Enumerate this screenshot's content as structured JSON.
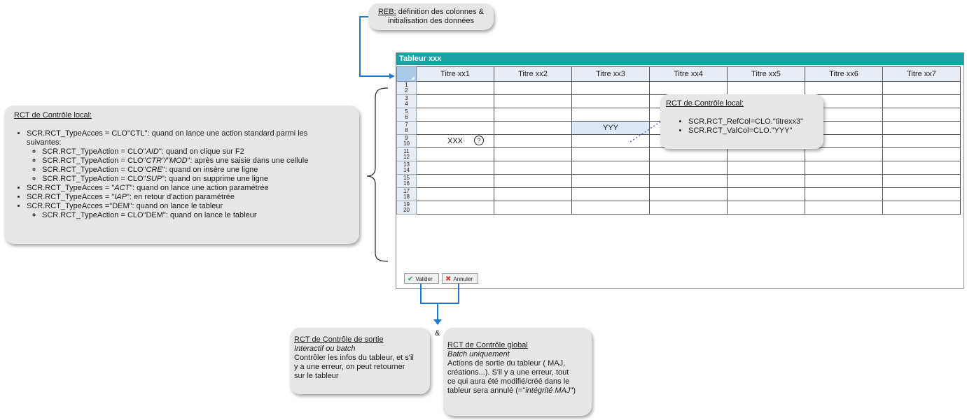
{
  "reb_note": {
    "label": "REB:",
    "text_line1": "définition des colonnes &",
    "text_line2": "initialisation des données"
  },
  "left_note": {
    "title": "RCT de Contrôle local:",
    "items": [
      {
        "text_a": "SCR.RCT_TypeAcces = CLO\"CTL\": quand on lance une action standard parmi les",
        "text_b": "suivantes:",
        "sub": [
          {
            "pre": "SCR.RCT_TypeAction = CLO\"",
            "code": "AID",
            "post": "\": quand on clique sur F2"
          },
          {
            "pre": "SCR.RCT_TypeAction = CLO\"",
            "code": "CTR\"/\"MOD",
            "post": "\": après une saisie dans une cellule"
          },
          {
            "pre": "SCR.RCT_TypeAction = CLO\"",
            "code": "CRE",
            "post": "\": quand on insère une ligne"
          },
          {
            "pre": "SCR.RCT_TypeAction = CLO\"",
            "code": "SUP",
            "post": "\": quand on supprime une ligne"
          }
        ]
      },
      {
        "pre": "SCR.RCT_TypeAcces = \"",
        "code": "ACT",
        "post": "\": quand on lance une action paramétrée"
      },
      {
        "pre": "SCR.RCT_TypeAcces = \"",
        "code": "IAP",
        "post": "\": en retour d'action paramétrée"
      },
      {
        "text": "SCR.RCT_TypeAcces =\"DEM\": quand on lance le tableur",
        "sub": [
          {
            "text": "SCR.RCT_TypeAction = CLO\"DEM\": quand on lance le tableur"
          }
        ]
      }
    ]
  },
  "window": {
    "title": "Tableur xxx",
    "columns": [
      "Titre xx1",
      "Titre xx2",
      "Titre xx3",
      "Titre xx4",
      "Titre xx5",
      "Titre xx6",
      "Titre xx7"
    ],
    "row_numbers": [
      "1",
      "2",
      "3",
      "4",
      "5",
      "6",
      "7",
      "8",
      "9",
      "10",
      "11",
      "12",
      "13",
      "14",
      "15",
      "16",
      "17",
      "18",
      "19",
      "20"
    ],
    "cell_xxx": "XXX",
    "help_symbol": "?",
    "cell_yyy": "YYY",
    "validate_label": "Valider",
    "cancel_label": "Annuler"
  },
  "local_note": {
    "title": "RCT de Contrôle local:",
    "items": [
      "SCR.RCT_RefCol=CLO.\"titrexx3\"",
      "SCR.RCT_ValCol=CLO.\"YYY\""
    ]
  },
  "ampersand": "&",
  "exit_note": {
    "title": "RCT de Contrôle de sortie",
    "subtitle": "Interactif ou batch",
    "line1": "Contrôler les infos du tableur, et s'il",
    "line2": "y a une erreur, on peut retourner",
    "line3": "sur le tableur"
  },
  "global_note": {
    "title": "RCT de Contrôle global",
    "subtitle": "Batch uniquement",
    "line1": "Actions de sortie du tableur ( MAJ,",
    "line2": "créations...). S'il y a une erreur, tout",
    "line3": "ce qui aura été modifié/créé dans le",
    "line4_pre": "tableur sera annulé (=\"",
    "line4_em": "intégrité MAJ",
    "line4_post": "\")"
  },
  "colors": {
    "titlebar": "#1aa1a6",
    "note_bg": "#e6e6e6",
    "arrow": "#1f78d1",
    "corner": "#aac8e8"
  }
}
